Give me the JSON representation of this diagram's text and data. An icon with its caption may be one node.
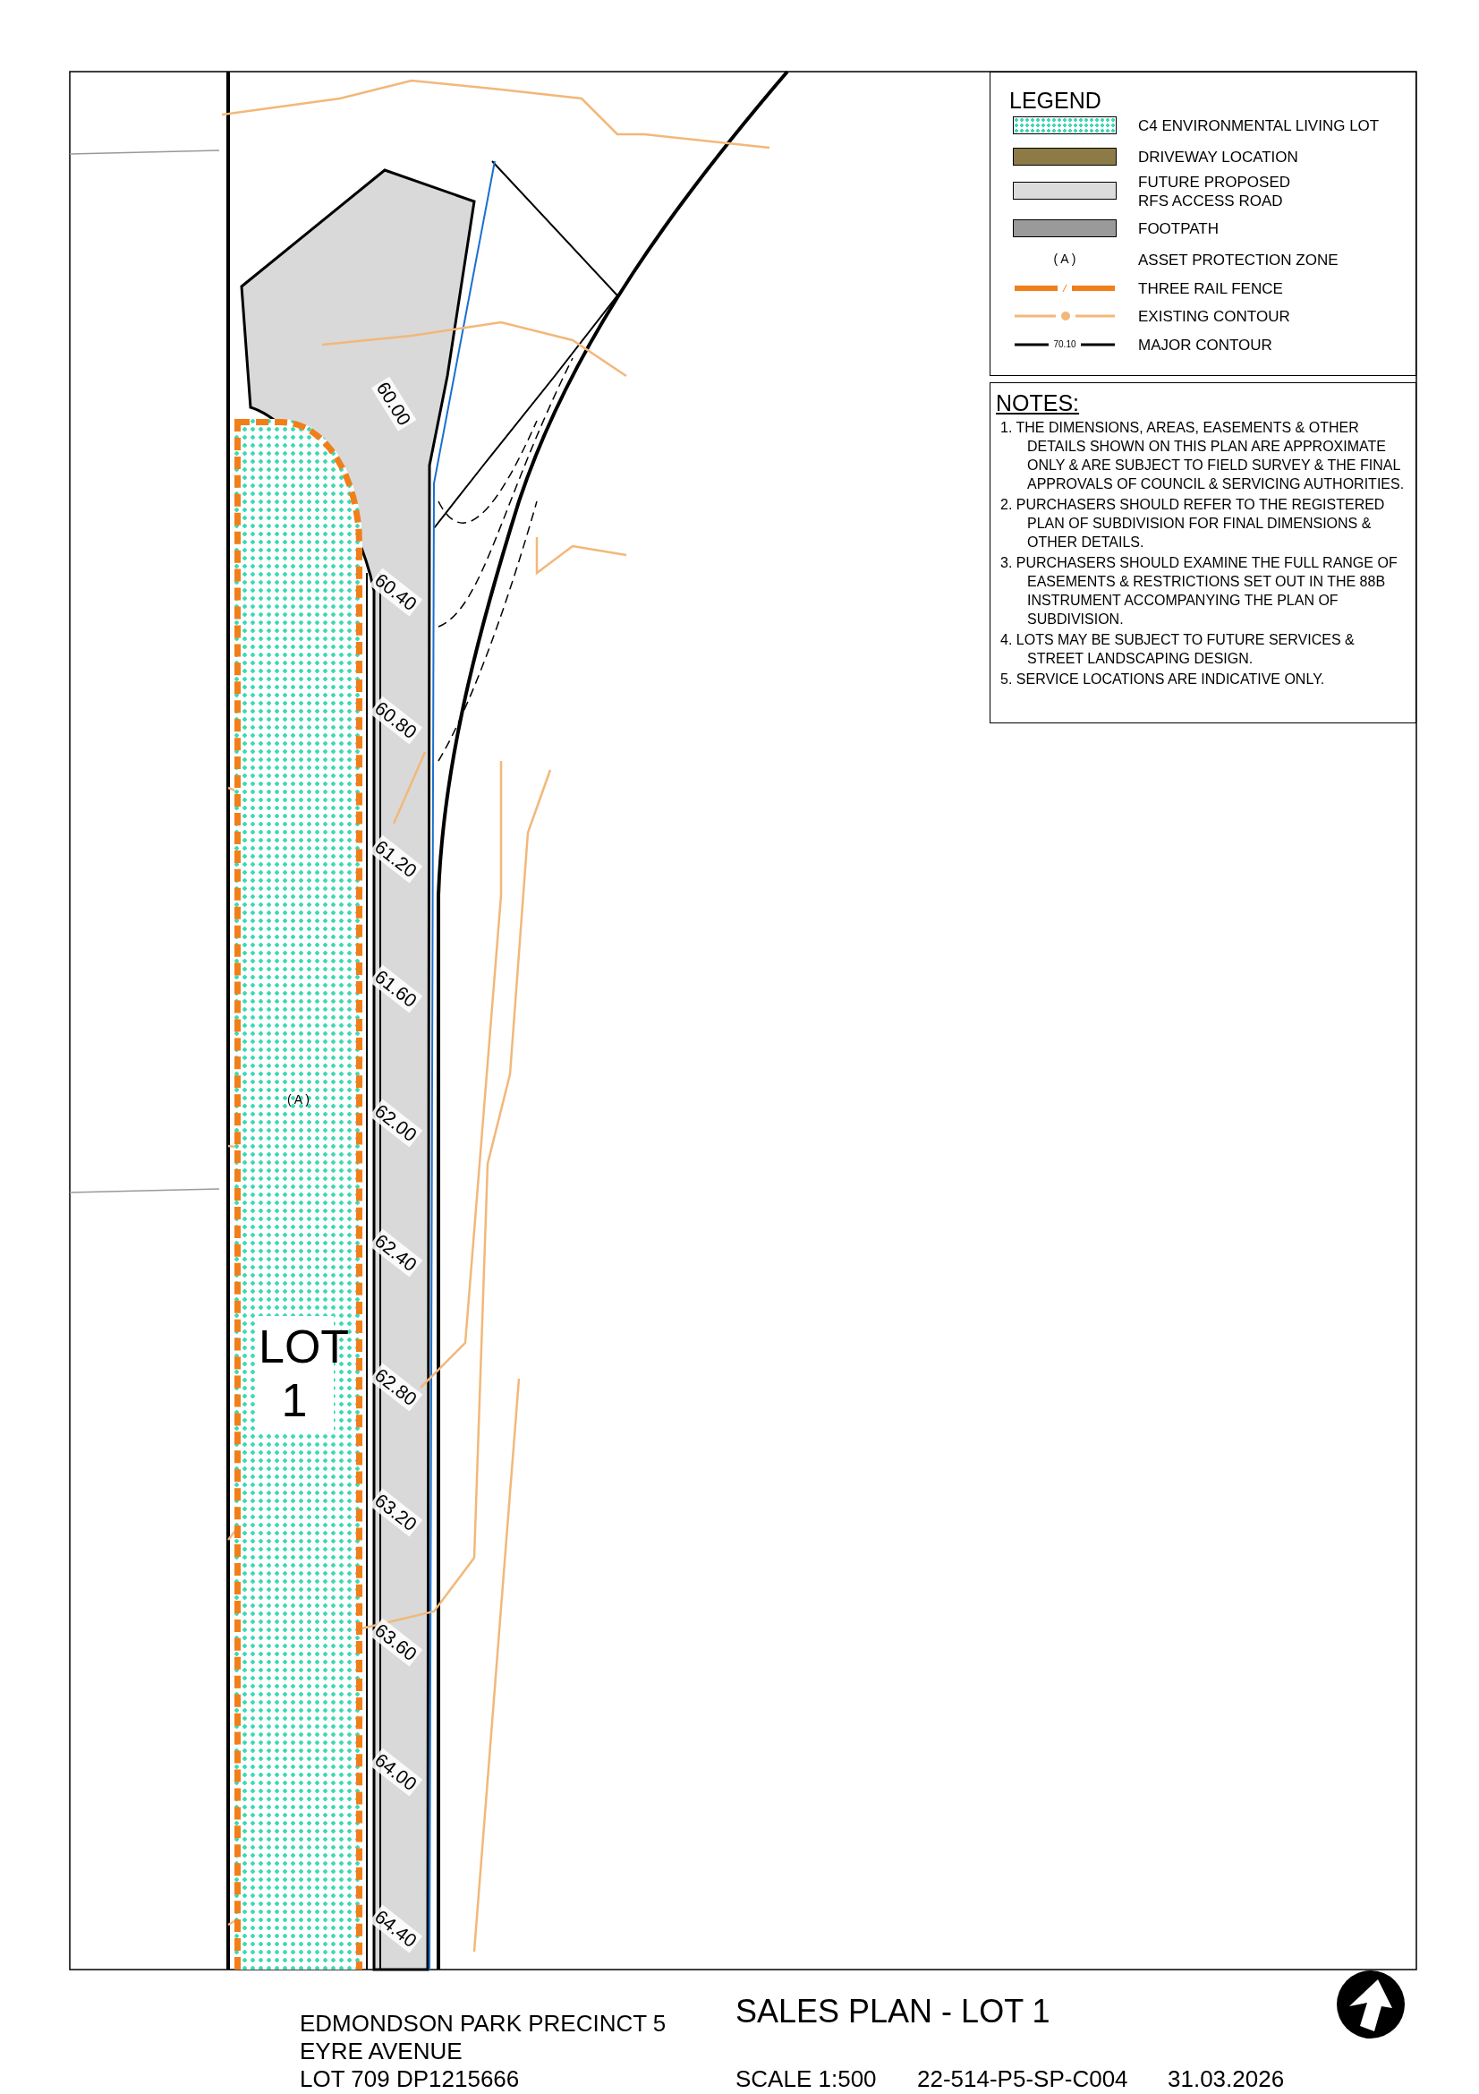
{
  "diagram": {
    "title": "SALES PLAN - LOT 1",
    "nodes": [
      {
        "text": [
          "( A )",
          "LOT 1"
        ]
      }
    ],
    "edges": [],
    "labels": [
      "LEGEND",
      "( A )",
      "70.10",
      "NOTES:",
      "1. THE DIMENSIONS, AREAS, EASEMENTS & OTHER DETAILS SHOWN ON THIS PLAN ARE APPROXIMATE ONLY & ARE SUBJECT TO FIELD SURVEY & THE FINAL APPROVALS OF COUNCIL & SERVICING AUTHORITIES.",
      "2. PURCHASERS SHOULD REFER TO THE REGISTERED PLAN OF SUBDIVISION FOR FINAL DIMENSIONS & OTHER DETAILS.",
      "3. PURCHASERS SHOULD EXAMINE THE FULL RANGE OF EASEMENTS & RESTRICTIONS SET OUT IN THE 88B INSTRUMENT ACCOMPANYING THE PLAN OF SUBDIVISION.",
      "4. LOTS MAY BE SUBJECT TO FUTURE SERVICES & STREET LANDSCAPING DESIGN.",
      "5. SERVICE LOCATIONS ARE INDICATIVE ONLY.",
      "60.00",
      "60.40",
      "60.80",
      "61.20",
      "61.60",
      "62.00",
      "62.40",
      "62.80",
      "63.20",
      "63.60",
      "64.00",
      "64.40",
      "EDMONDSON PARK PRECINCT 5",
      "EYRE AVENUE",
      "LOT 709 DP1215666",
      "SCALE 1:500",
      "22-514-P5-SP-C004",
      "31.03.2026"
    ],
    "legend": [
      {
        "text": "C4 ENVIRONMENTAL LIVING LOT",
        "color": "#3dd9b5"
      },
      {
        "text": "DRIVEWAY LOCATION",
        "color": "#8c7b47"
      },
      {
        "text": "FUTURE PROPOSED RFS ACCESS ROAD",
        "color": "#dcdcdc"
      },
      {
        "text": "FOOTPATH",
        "color": "#9a9a9a"
      },
      {
        "text": "ASSET PROTECTION ZONE"
      },
      {
        "text": "THREE RAIL FENCE"
      },
      {
        "text": "EXISTING CONTOUR"
      },
      {
        "text": "MAJOR CONTOUR"
      }
    ]
  }
}
